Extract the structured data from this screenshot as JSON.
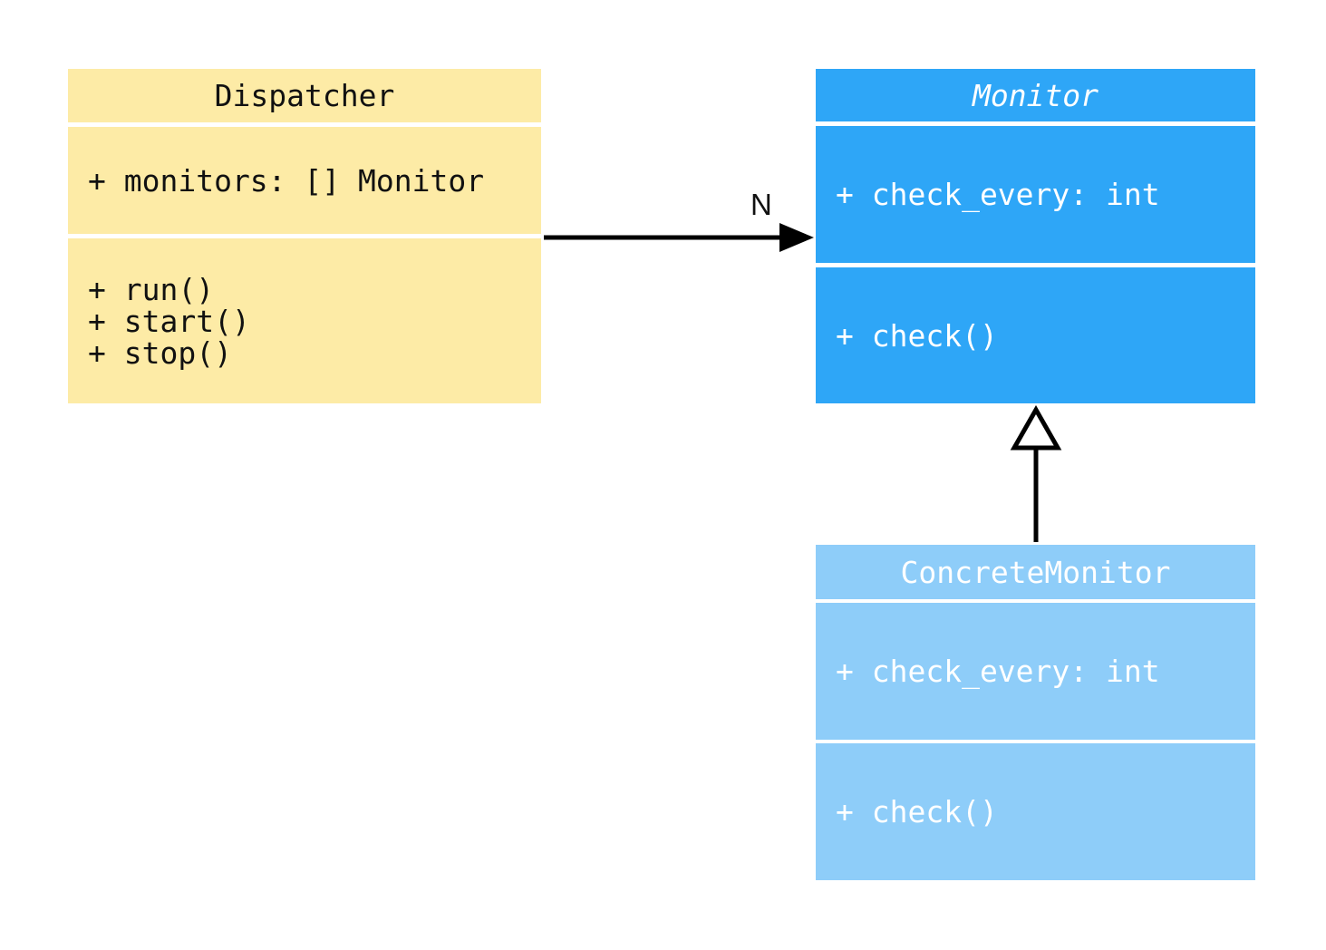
{
  "diagram": {
    "type": "uml-class-diagram",
    "background": "#ffffff",
    "line_color": "#000000"
  },
  "classes": [
    {
      "name": "Dispatcher",
      "abstract": false,
      "attributes": [
        "+ monitors: [] Monitor"
      ],
      "methods": [
        "+ run()",
        "+ start()",
        "+ stop()"
      ],
      "colors": {
        "fill": "#FDEBA6",
        "text": "#111111"
      }
    },
    {
      "name": "Monitor",
      "abstract": true,
      "attributes": [
        "+ check_every: int"
      ],
      "methods": [
        "+ check()"
      ],
      "colors": {
        "fill": "#2EA6F7",
        "text": "#FFFFFF"
      }
    },
    {
      "name": "ConcreteMonitor",
      "abstract": false,
      "attributes": [
        "+ check_every: int"
      ],
      "methods": [
        "+ check()"
      ],
      "colors": {
        "fill": "#8ECDF9",
        "text": "#FFFFFF"
      }
    }
  ],
  "relationships": {
    "association": {
      "from": "Dispatcher",
      "to": "Monitor",
      "label": "N",
      "arrow": "filled"
    },
    "inheritance": {
      "from": "ConcreteMonitor",
      "to": "Monitor",
      "arrow": "hollow-triangle"
    }
  }
}
